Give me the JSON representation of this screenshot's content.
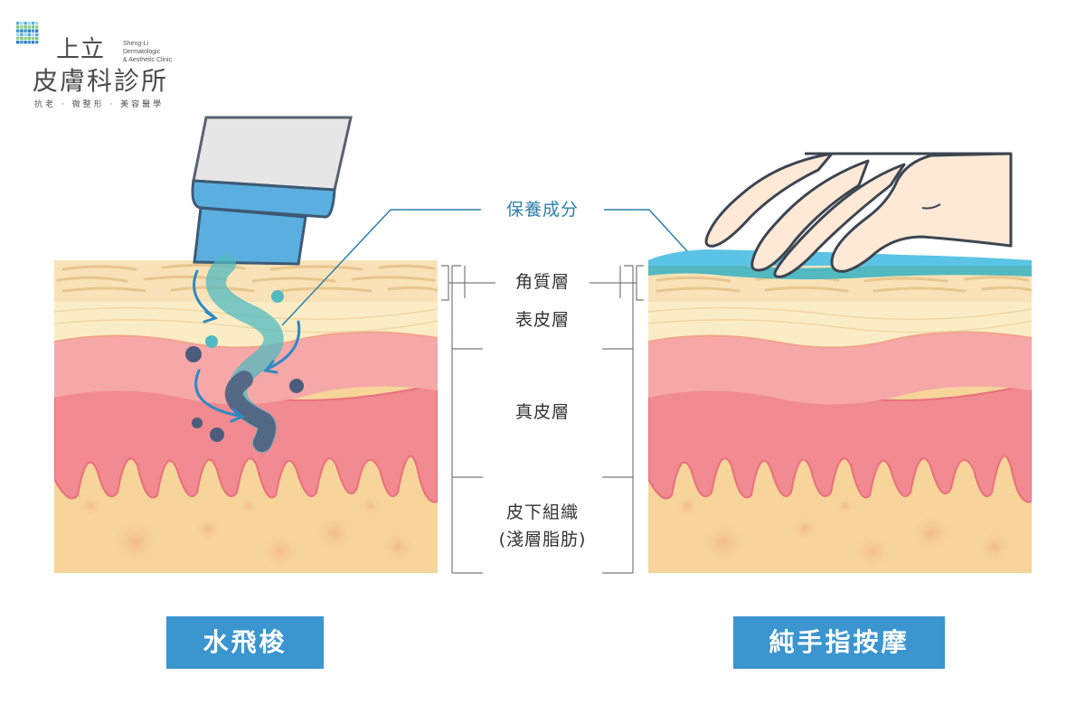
{
  "logo": {
    "cn_name_1": "上立",
    "en_line_1": "Sheng-Li",
    "en_line_2": "Dermatologic",
    "en_line_3": "& Aesthetic  Clinic",
    "cn_name_2": "皮膚科診所",
    "tagline": "抗老 · 微整形 · 美容醫學"
  },
  "labels": {
    "ingredient": "保養成分",
    "stratum_corneum": "角質層",
    "epidermis": "表皮層",
    "dermis": "真皮層",
    "subcutaneous_1": "皮下組織",
    "subcutaneous_2": "(淺層脂肪)"
  },
  "methods": {
    "left": "水飛梭",
    "right": "純手指按摩"
  },
  "colors": {
    "skin_top": "#f9e8c4",
    "epidermis": "#faedc6",
    "dermis_light": "#f6a7a8",
    "dermis_dark": "#f18a91",
    "fat": "#f6d49a",
    "serum": "#5bc4e6",
    "device_blue": "#5aaee0",
    "accent": "#3b95cf"
  }
}
